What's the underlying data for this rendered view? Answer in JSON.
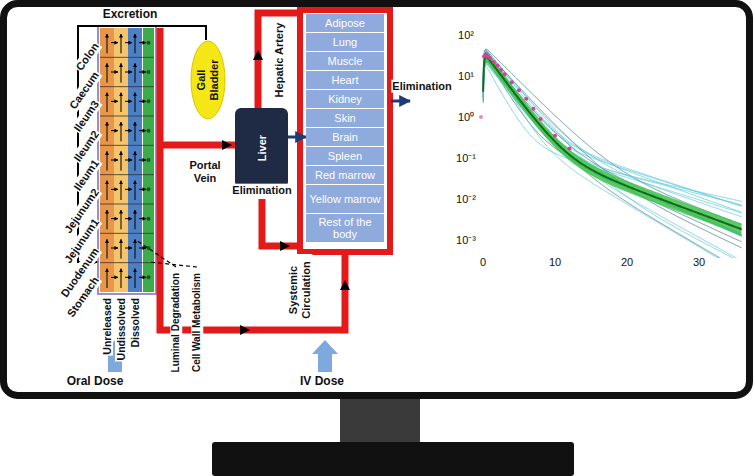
{
  "diagram": {
    "nodes": [
      {
        "text": [
          "Gall Bladder"
        ]
      },
      {
        "text": [
          "Liver"
        ]
      },
      {
        "text": [
          "Adipose"
        ]
      },
      {
        "text": [
          "Lung"
        ]
      },
      {
        "text": [
          "Muscle"
        ]
      },
      {
        "text": [
          "Heart"
        ]
      },
      {
        "text": [
          "Kidney"
        ]
      },
      {
        "text": [
          "Skin"
        ]
      },
      {
        "text": [
          "Brain"
        ]
      },
      {
        "text": [
          "Spleen"
        ]
      },
      {
        "text": [
          "Red marrow"
        ]
      },
      {
        "text": [
          "Yellow marrow"
        ]
      },
      {
        "text": [
          "Rest of the body"
        ]
      }
    ],
    "edges": [
      {
        "from": 1,
        "to": 8,
        "arrow": "to"
      }
    ],
    "labels": [
      "Excretion",
      "Colon",
      "Caecum",
      "Ileum3",
      "Ileum2",
      "Ileum1",
      "Jejunum2",
      "Jejunum1",
      "Duodenum",
      "Stomach",
      "Unreleased",
      "Undissolved",
      "Dissolved",
      "Luminal Degradation",
      "Cell Wall Metabolism",
      "Hepatic Artery",
      "Portal Vein",
      "Elimination",
      "Elimination",
      "Systemic Circulation",
      "Oral Dose",
      "IV Dose",
      "10²",
      "10¹",
      "10⁰",
      "10⁻¹",
      "10⁻²",
      "10⁻³",
      "0",
      "10",
      "20",
      "30"
    ]
  }
}
